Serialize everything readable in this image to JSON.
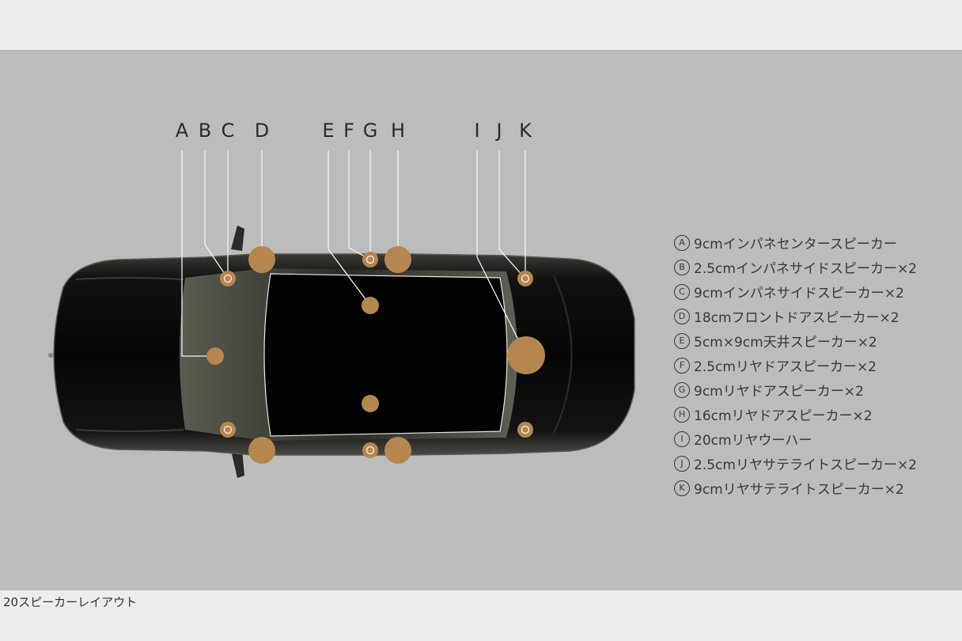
{
  "letters": [
    "A",
    "B",
    "C",
    "D",
    "E",
    "F",
    "G",
    "H",
    "I",
    "J",
    "K"
  ],
  "legend": [
    {
      "mark": "A",
      "text": "9cmインパネセンタースピーカー"
    },
    {
      "mark": "B",
      "text": "2.5cmインパネサイドスピーカー×2"
    },
    {
      "mark": "C",
      "text": "9cmインパネサイドスピーカー×2"
    },
    {
      "mark": "D",
      "text": "18cmフロントドアスピーカー×2"
    },
    {
      "mark": "E",
      "text": "5cm×9cm天井スピーカー×2"
    },
    {
      "mark": "F",
      "text": "2.5cmリヤドアスピーカー×2"
    },
    {
      "mark": "G",
      "text": "9cmリヤドアスピーカー×2"
    },
    {
      "mark": "H",
      "text": "16cmリヤドアスピーカー×2"
    },
    {
      "mark": "I",
      "text": "20cmリヤウーハー"
    },
    {
      "mark": "J",
      "text": "2.5cmリヤサテライトスピーカー×2"
    },
    {
      "mark": "K",
      "text": "9cmリヤサテライトスピーカー×2"
    }
  ],
  "caption": "20スピーカーレイアウト",
  "colors": {
    "speaker": "#b5864e",
    "background": "#bcbcbc",
    "page": "#ececec",
    "car": "#111111"
  }
}
